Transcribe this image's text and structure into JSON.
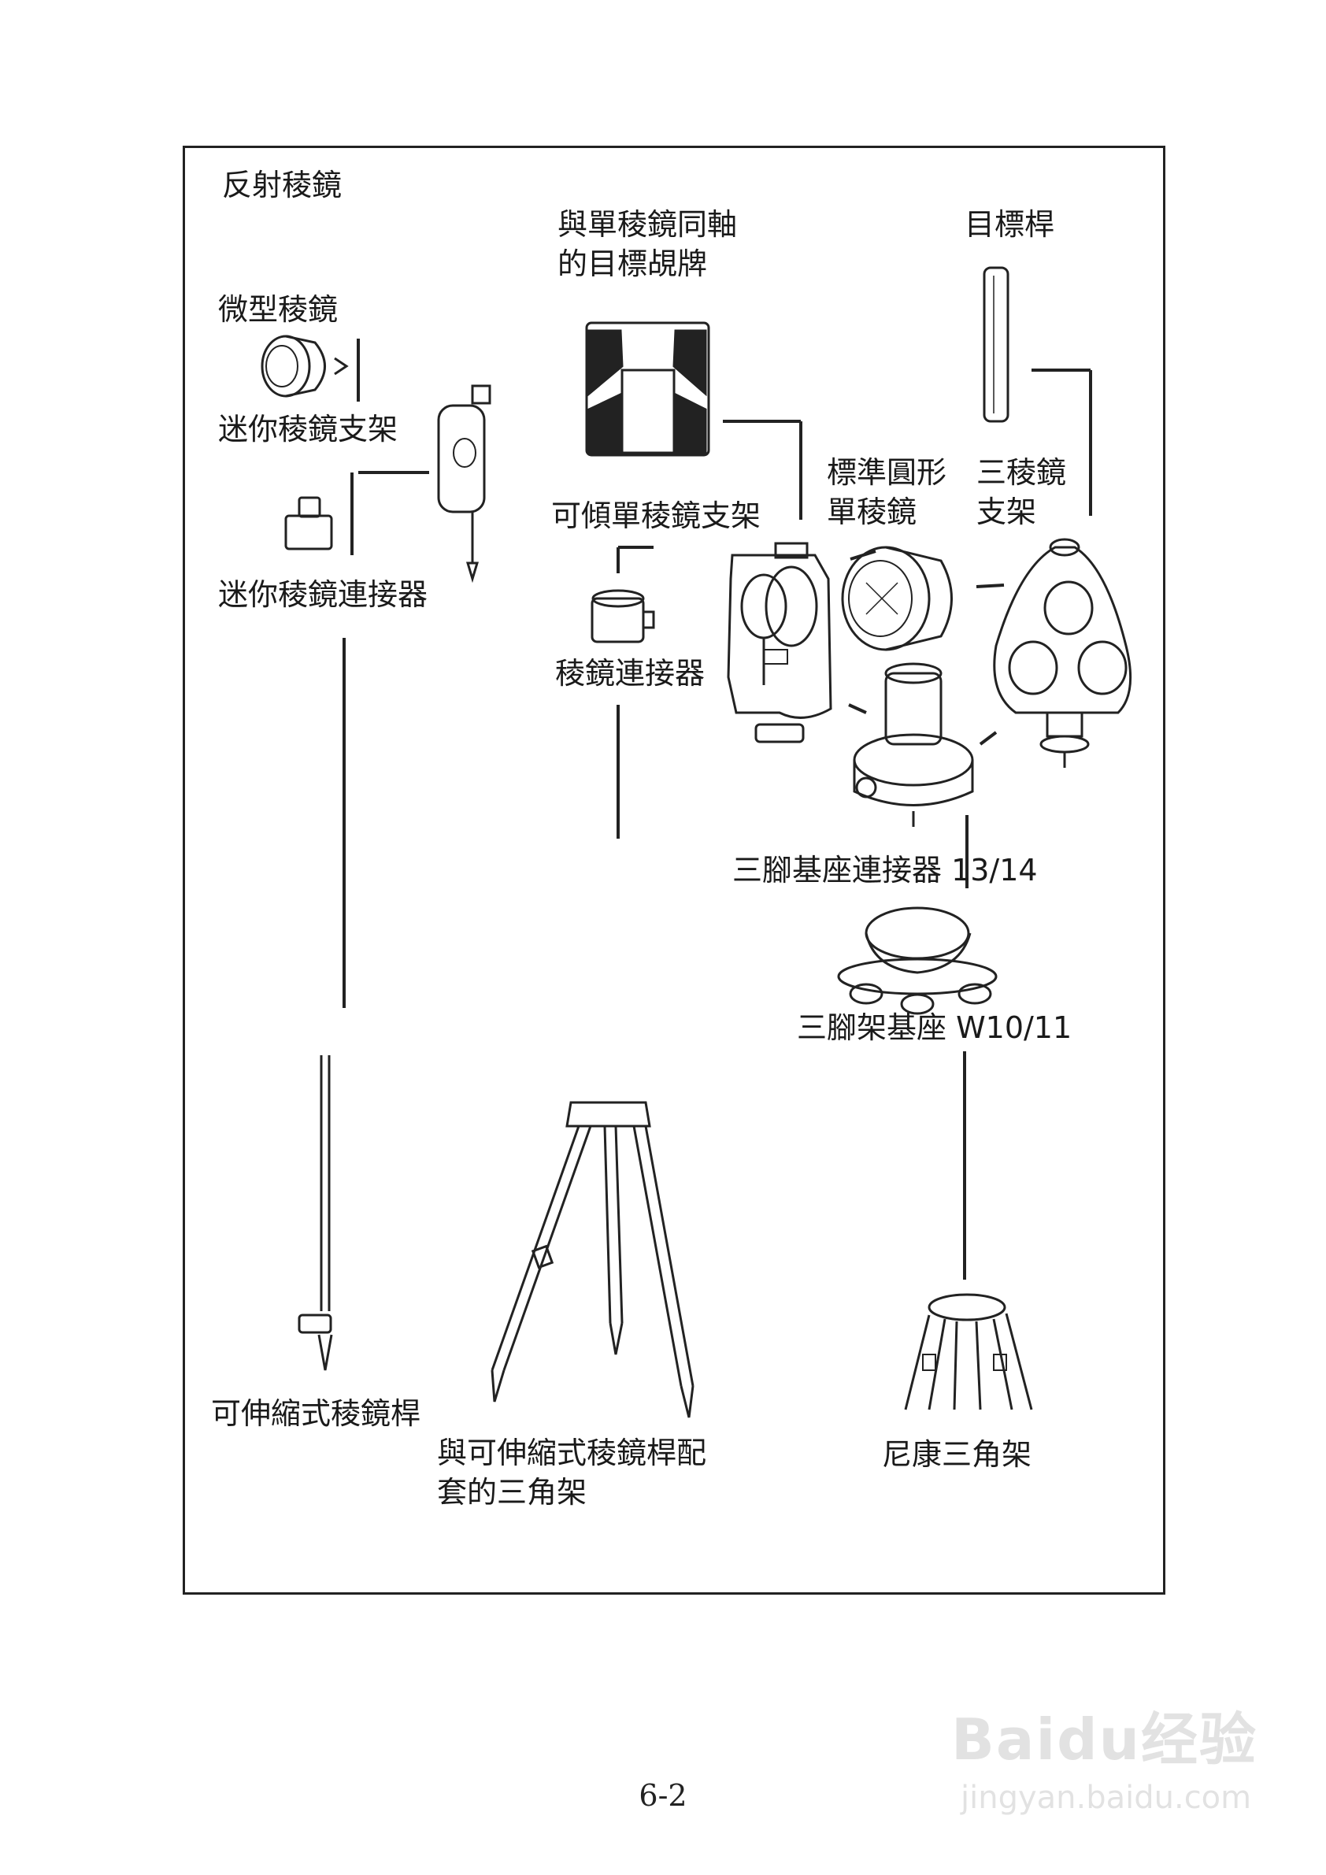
{
  "labels": {
    "title": "反射稜鏡",
    "coaxial_target": "與單稜鏡同軸\n的目標覘牌",
    "target_rod": "目標桿",
    "micro_prism": "微型稜鏡",
    "mini_holder": "迷你稜鏡支架",
    "mini_adapter": "迷你稜鏡連接器",
    "tilt_holder": "可傾單稜鏡支架",
    "std_prism": "標準圓形\n單稜鏡",
    "triple_holder": "三稜鏡\n支架",
    "prism_adapter": "稜鏡連接器",
    "tribrach_adapter": "三腳基座連接器 13/14",
    "tribrach": "三腳架基座 W10/11",
    "pole": "可伸縮式稜鏡桿",
    "pole_tripod": "與可伸縮式稜鏡桿配\n套的三角架",
    "nikon_tripod": "尼康三角架"
  },
  "page_number": "6-2",
  "watermark": {
    "word": "Baidu经验",
    "url": "jingyan.baidu.com"
  }
}
